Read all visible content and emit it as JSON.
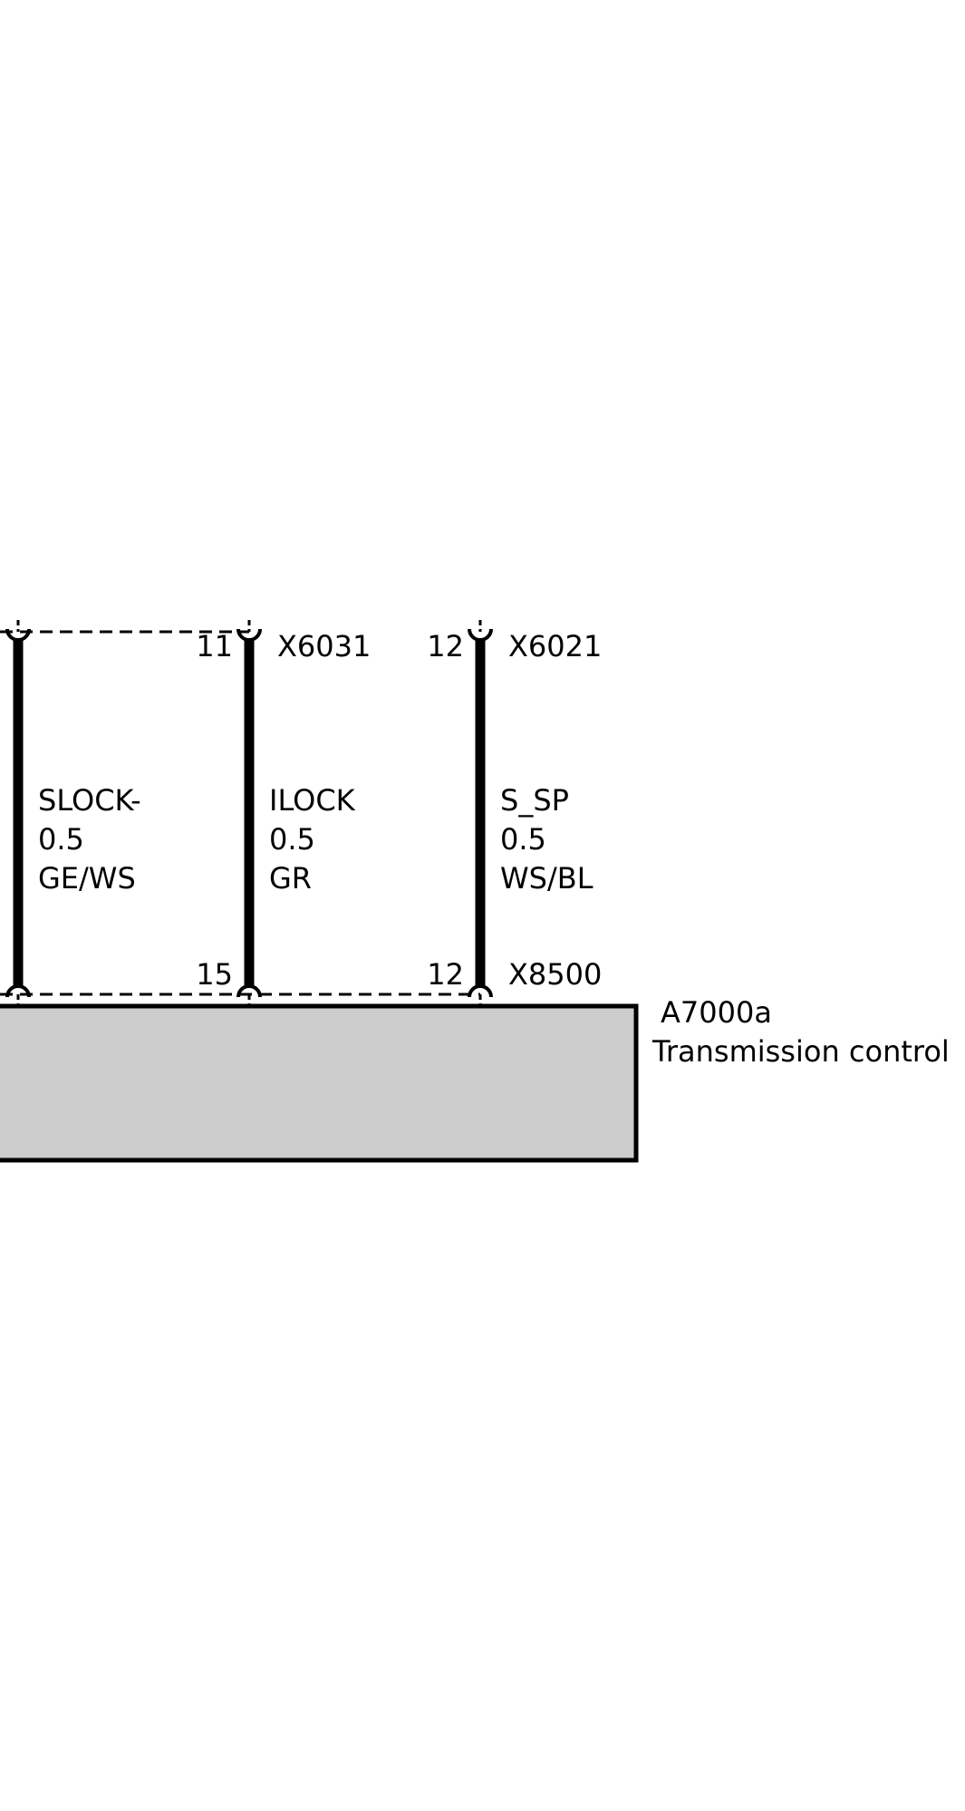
{
  "colors": {
    "wire": "#000000",
    "module_fill": "#cccccc",
    "background": "#ffffff"
  },
  "top_connectors": [
    {
      "pin": "11",
      "name": "X6031"
    },
    {
      "pin": "12",
      "name": "X6021"
    }
  ],
  "bottom_connector": {
    "name": "X8500",
    "pins": [
      "15",
      "12"
    ]
  },
  "wires": [
    {
      "signal": "SLOCK-",
      "size": "0.5",
      "color_code": "GE/WS"
    },
    {
      "signal": "ILOCK",
      "size": "0.5",
      "color_code": "GR"
    },
    {
      "signal": "S_SP",
      "size": "0.5",
      "color_code": "WS/BL"
    }
  ],
  "module": {
    "id": "A7000a",
    "name": "Transmission control"
  }
}
